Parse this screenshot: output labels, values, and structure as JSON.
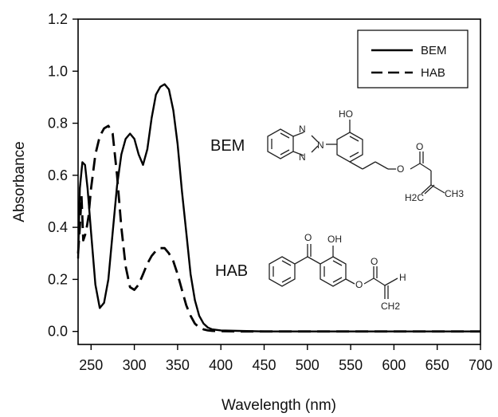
{
  "chart_data": {
    "type": "line",
    "xlabel": "Wavelength (nm)",
    "ylabel": "Absorbance",
    "xlim": [
      235,
      700
    ],
    "ylim": [
      -0.05,
      1.2
    ],
    "xticks": [
      250,
      300,
      350,
      400,
      450,
      500,
      550,
      600,
      650,
      700
    ],
    "yticks": [
      0.0,
      0.2,
      0.4,
      0.6,
      0.8,
      1.0,
      1.2
    ],
    "xtick_labels": [
      "250",
      "300",
      "350",
      "400",
      "450",
      "500",
      "550",
      "600",
      "650",
      "700"
    ],
    "ytick_labels": [
      "0.0",
      "0.2",
      "0.4",
      "0.6",
      "0.8",
      "1.0",
      "1.2"
    ],
    "grid": false,
    "legend_position": "top-right",
    "series": [
      {
        "name": "BEM",
        "style": "solid",
        "x": [
          235,
          237,
          240,
          243,
          246,
          250,
          255,
          260,
          265,
          270,
          275,
          280,
          285,
          290,
          295,
          300,
          305,
          310,
          315,
          320,
          325,
          330,
          335,
          340,
          345,
          350,
          355,
          360,
          365,
          370,
          375,
          380,
          385,
          390,
          400,
          420,
          450,
          500,
          600,
          700
        ],
        "y": [
          0.28,
          0.55,
          0.65,
          0.64,
          0.55,
          0.38,
          0.18,
          0.09,
          0.11,
          0.2,
          0.38,
          0.56,
          0.68,
          0.74,
          0.76,
          0.74,
          0.68,
          0.64,
          0.7,
          0.82,
          0.91,
          0.94,
          0.95,
          0.93,
          0.85,
          0.72,
          0.54,
          0.38,
          0.22,
          0.12,
          0.06,
          0.03,
          0.015,
          0.008,
          0.004,
          0.002,
          0.0,
          0.0,
          0.0,
          0.0
        ]
      },
      {
        "name": "HAB",
        "style": "dashed",
        "x": [
          235,
          237,
          239,
          241,
          244,
          247,
          250,
          255,
          260,
          265,
          270,
          275,
          280,
          285,
          290,
          295,
          300,
          305,
          310,
          315,
          320,
          325,
          330,
          335,
          340,
          345,
          350,
          355,
          360,
          365,
          370,
          375,
          380,
          385,
          390,
          400,
          420,
          450,
          500,
          600,
          700
        ],
        "y": [
          0.3,
          0.4,
          0.52,
          0.35,
          0.38,
          0.44,
          0.55,
          0.68,
          0.75,
          0.78,
          0.79,
          0.76,
          0.6,
          0.4,
          0.25,
          0.17,
          0.16,
          0.18,
          0.22,
          0.26,
          0.29,
          0.31,
          0.32,
          0.32,
          0.3,
          0.27,
          0.22,
          0.16,
          0.1,
          0.06,
          0.03,
          0.015,
          0.008,
          0.004,
          0.002,
          0.001,
          0.0,
          0.0,
          0.0,
          0.0,
          0.0
        ]
      }
    ],
    "annotations": [
      {
        "label": "BEM",
        "atoms": [
          "N",
          "N",
          "N",
          "HO",
          "O",
          "O",
          "CH3",
          "H2C"
        ]
      },
      {
        "label": "HAB",
        "atoms": [
          "O",
          "OH",
          "O",
          "O",
          "H",
          "CH2"
        ]
      }
    ]
  }
}
